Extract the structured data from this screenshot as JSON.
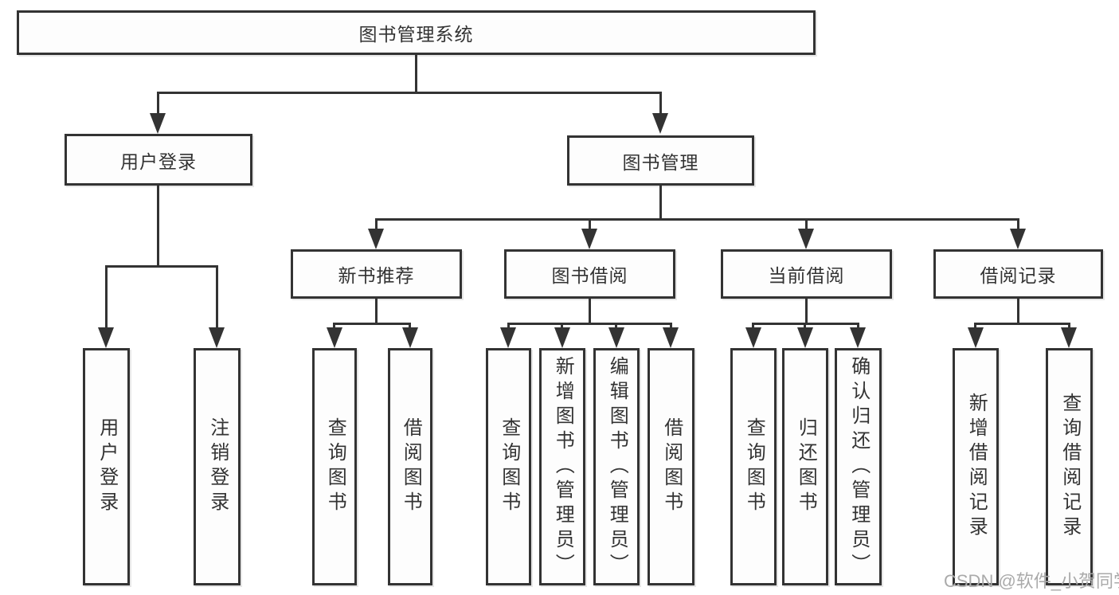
{
  "diagram": {
    "type": "hierarchy-tree",
    "nodes": {
      "root": "图书管理系统",
      "level2": {
        "user_login": "用户登录",
        "book_mgmt": "图书管理"
      },
      "level3": {
        "new_book_rec": "新书推荐",
        "book_borrow": "图书借阅",
        "current_borrow": "当前借阅",
        "borrow_record": "借阅记录"
      },
      "leaves": {
        "user_login": "用户登录",
        "logout": "注销登录",
        "rec_query_book": "查询图书",
        "rec_borrow_book": "借阅图书",
        "bb_query_book": "查询图书",
        "bb_add_book": "新增图书（管理员）",
        "bb_edit_book": "编辑图书（管理员）",
        "bb_borrow_book": "借阅图书",
        "cb_query_book": "查询图书",
        "cb_return_book": "归还图书",
        "cb_confirm_return": "确认归还（管理员）",
        "br_add_record": "新增借阅记录",
        "br_query_record": "查询借阅记录"
      }
    },
    "edges": [
      [
        "图书管理系统",
        "用户登录"
      ],
      [
        "图书管理系统",
        "图书管理"
      ],
      [
        "用户登录",
        "用户登录"
      ],
      [
        "用户登录",
        "注销登录"
      ],
      [
        "图书管理",
        "新书推荐"
      ],
      [
        "图书管理",
        "图书借阅"
      ],
      [
        "图书管理",
        "当前借阅"
      ],
      [
        "图书管理",
        "借阅记录"
      ],
      [
        "新书推荐",
        "查询图书"
      ],
      [
        "新书推荐",
        "借阅图书"
      ],
      [
        "图书借阅",
        "查询图书"
      ],
      [
        "图书借阅",
        "新增图书（管理员）"
      ],
      [
        "图书借阅",
        "编辑图书（管理员）"
      ],
      [
        "图书借阅",
        "借阅图书"
      ],
      [
        "当前借阅",
        "查询图书"
      ],
      [
        "当前借阅",
        "归还图书"
      ],
      [
        "当前借阅",
        "确认归还（管理员）"
      ],
      [
        "借阅记录",
        "新增借阅记录"
      ],
      [
        "借阅记录",
        "查询借阅记录"
      ]
    ],
    "colors": {
      "line": "#333333",
      "text": "#333333",
      "box_background": "#fdfdfd",
      "watermark": "#aaaaaa"
    }
  },
  "watermark": "CSDN @软件_小贺同学"
}
